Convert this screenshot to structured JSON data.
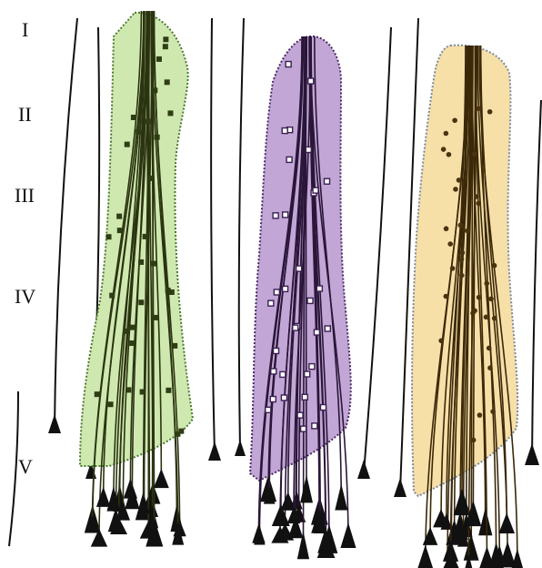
{
  "layer_labels": [
    "I",
    "II",
    "III",
    "IV",
    "V"
  ],
  "columns": [
    {
      "name": "column-green",
      "fill": "#cfe8b0",
      "stroke": "#4a7a2e",
      "marker": "square",
      "marker_color": "#2f3d14",
      "fiber_color": "#2b3410"
    },
    {
      "name": "column-purple",
      "fill": "#c2a6d6",
      "stroke": "#4a2a66",
      "marker": "hollow-square",
      "marker_color": "#3a1f52",
      "fiber_color": "#2a1638"
    },
    {
      "name": "column-yellow",
      "fill": "#f7dfa8",
      "stroke": "#7a8aa0",
      "marker": "dot",
      "marker_color": "#4a3410",
      "fiber_color": "#3a2808"
    }
  ],
  "colors": {
    "ink": "#111111",
    "background": "#ffffff"
  }
}
